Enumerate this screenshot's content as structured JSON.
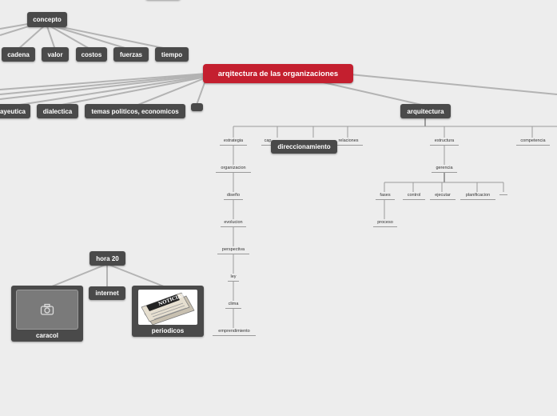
{
  "central": {
    "label": "arqitectura de las organizaciones"
  },
  "concepto": {
    "label": "concepto",
    "children": [
      "cadena",
      "valor",
      "costos",
      "fuerzas",
      "tiempo"
    ]
  },
  "left_topics": [
    "ayeutica",
    "dialectica",
    "temas politicos, economicos",
    ""
  ],
  "arquitectura": {
    "label": "arquitectura",
    "direccionamiento_label": "direccionamiento",
    "estrategia_chain": [
      "estrategia",
      "organizacion",
      "diseño",
      "evolucion",
      "perspectiva",
      "ley",
      "clima",
      "emprendimiento"
    ],
    "partial_label": "cap",
    "relaciones_label": "relaciones",
    "estructura": {
      "label": "estructura",
      "gerencia": "gerencia",
      "gerencia_children": [
        "fases",
        "control",
        "ejecutar",
        "planificacion",
        ""
      ],
      "fases_child": "proceso"
    },
    "competencia_label": "competencia"
  },
  "hora20": {
    "label": "hora 20",
    "children": [
      "caracol",
      "internet",
      "periodicos"
    ],
    "camera_icon": "camera-icon",
    "newspaper_image": "newspaper-image"
  },
  "colors": {
    "central": "#c41f2f",
    "node": "#4a4a4a",
    "background": "#ededed",
    "line": "#b0b0b0"
  }
}
